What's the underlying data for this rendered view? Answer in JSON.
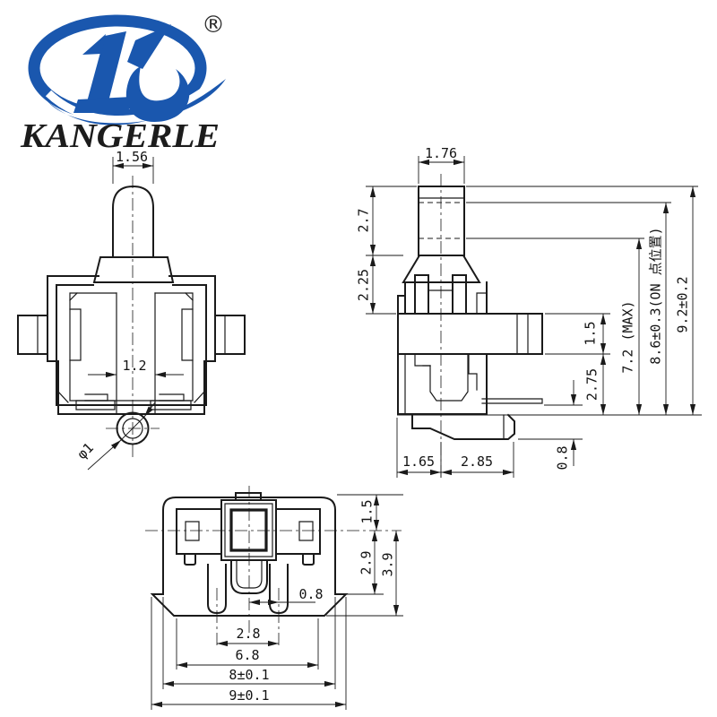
{
  "brand": {
    "name": "KANGERLE",
    "registered": "®",
    "logo_blue": "#1a57ae",
    "text_color": "#1c1c1c"
  },
  "drawing": {
    "line_color": "#1a1a1a",
    "background": "#ffffff",
    "front": {
      "dims": {
        "actuator_width": "1.56",
        "shaft_width": "1.2",
        "hole_diameter": "φ1"
      }
    },
    "side": {
      "dims": {
        "actuator_width": "1.76",
        "actuator_height": "2.7",
        "collar_height": "2.25",
        "flange_thickness": "1.5",
        "lower_body_height": "2.75",
        "body_height_max": "7.2 (MAX)",
        "on_point_height": "8.6±0.3(ON 点位置)",
        "total_height": "9.2±0.2",
        "foot_offset": "1.65",
        "lever_length": "2.85",
        "lever_tip_height": "0.8"
      }
    },
    "bottom": {
      "dims": {
        "edge_band": "1.5",
        "mid_depth": "2.9",
        "body_depth": "3.9",
        "pin_offset": "0.8",
        "pin_pitch": "2.8",
        "cavity_width": "6.8",
        "body_width": "8±0.1",
        "overall_width": "9±0.1"
      }
    }
  }
}
